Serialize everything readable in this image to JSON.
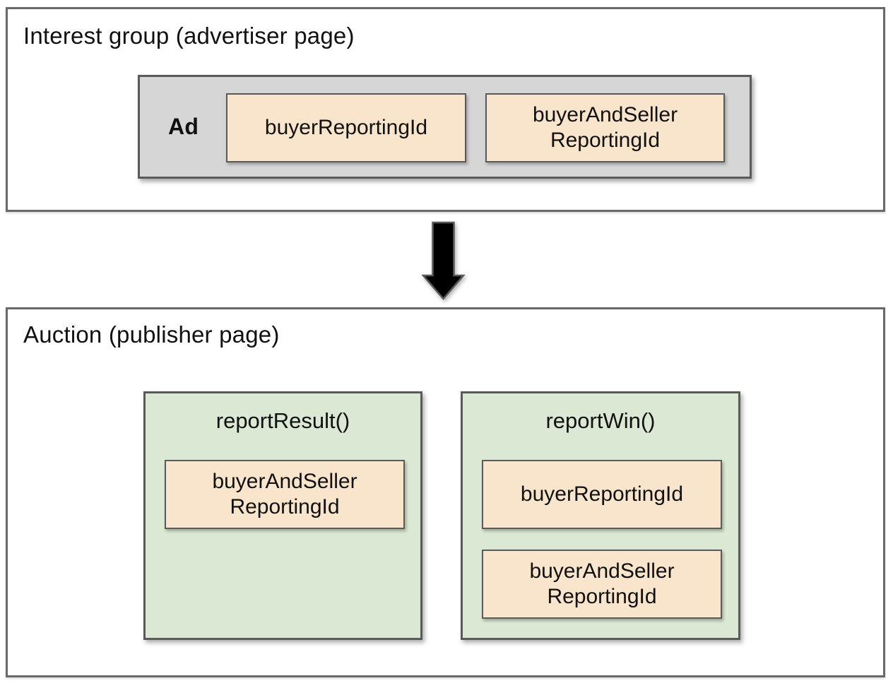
{
  "colors": {
    "panel_border": "#696969",
    "inner_border": "#5a5a5a",
    "gray_fill": "#d6d6d6",
    "peach_fill": "#f8e5cc",
    "green_fill": "#dbe8d4",
    "arrow_fill": "#000000",
    "text": "#111111"
  },
  "interest_group": {
    "title": "Interest group (advertiser page)",
    "ad": {
      "label": "Ad",
      "chips": [
        {
          "label": "buyerReportingId"
        },
        {
          "label": "buyerAndSeller ReportingId"
        }
      ]
    }
  },
  "arrow": {
    "icon": "down-arrow"
  },
  "auction": {
    "title": "Auction (publisher page)",
    "functions": [
      {
        "name": "reportResult()",
        "chips": [
          {
            "label": "buyerAndSeller ReportingId"
          }
        ]
      },
      {
        "name": "reportWin()",
        "chips": [
          {
            "label": "buyerReportingId"
          },
          {
            "label": "buyerAndSeller ReportingId"
          }
        ]
      }
    ]
  }
}
